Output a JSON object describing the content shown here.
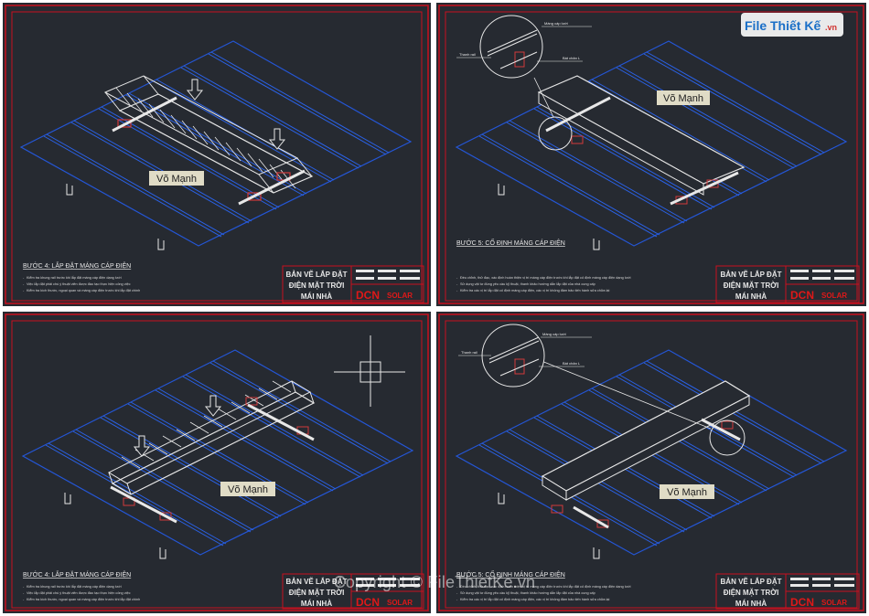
{
  "watermark": {
    "brand": "File Thiết Kế",
    "suffix": ".vn",
    "copyright": "Copyright © FileThietKe.vn"
  },
  "colors": {
    "background": "#262a31",
    "frame": "#c8101e",
    "sheet": "#2456d6",
    "line": "#e8e8e8",
    "clamp": "#d23a3a",
    "label_bg": "#e0dcc6"
  },
  "panels": [
    {
      "label": "Võ Mạnh",
      "step_title": "BƯỚC 4: LẮP ĐẶT MÁNG CÁP ĐIỆN",
      "notes": [
        "Kiểm tra khung rail trước khi lắp đặt máng cáp điện dạng lưới",
        "Việc lắp đặt phải chú ý thuật viên được đào tạo thực hiện công việc",
        "Kiểm tra kích thước, ngoại quan và máng cáp điện trước khi lắp đặt chính"
      ],
      "title_block": {
        "line1": "BẢN VẼ LẮP ĐẶT",
        "line2": "ĐIỆN MẶT TRỜI",
        "line3": "MÁI NHÀ",
        "brand": "DCN",
        "brand_suffix": "SOLAR"
      },
      "callouts": []
    },
    {
      "label": "Võ Mạnh",
      "step_title": "BƯỚC 5: CỐ ĐỊNH MÁNG CÁP ĐIỆN",
      "notes": [
        "Đều chỉnh, thử đạc, xác định hoàn thiện vị trí máng cáp điện trước khi lắp đặt cố định máng cáp điện dạng lưới",
        "Sử dụng vật tư đúng yêu cầu kỹ thuật, thanh khảo hướng dẫn lắp đặt của nhà cung cấp",
        "Kiểm tra các vị trí lắp đặt cố định máng cáp điện, các vị trí không đảm bảo tiến hành sửa chữa lại"
      ],
      "title_block": {
        "line1": "BẢN VẼ LẮP ĐẶT",
        "line2": "ĐIỆN MẶT TRỜI",
        "line3": "MÁI NHÀ",
        "brand": "DCN",
        "brand_suffix": "SOLAR"
      },
      "callouts": [
        "Máng cáp lưới",
        "Thanh rail",
        "Bát chân L"
      ]
    },
    {
      "label": "Võ Mạnh",
      "step_title": "BƯỚC 4: LẮP ĐẶT MÁNG CÁP ĐIỆN",
      "notes": [
        "Kiểm tra khung rail trước khi lắp đặt máng cáp điện dạng lưới",
        "Việc lắp đặt phải chú ý thuật viên được đào tạo thực hiện công việc",
        "Kiểm tra kích thước, ngoại quan và máng cáp điện trước khi lắp đặt chính"
      ],
      "title_block": {
        "line1": "BẢN VẼ LẮP ĐẶT",
        "line2": "ĐIỆN MẶT TRỜI",
        "line3": "MÁI NHÀ",
        "brand": "DCN",
        "brand_suffix": "SOLAR"
      },
      "callouts": []
    },
    {
      "label": "Võ Mạnh",
      "step_title": "BƯỚC 5: CỐ ĐỊNH MÁNG CÁP ĐIỆN",
      "notes": [
        "Đều chỉnh, thử đạc, xác định hoàn thiện vị trí máng cáp điện trước khi lắp đặt cố định máng cáp điện dạng lưới",
        "Sử dụng vật tư đúng yêu cầu kỹ thuật, thanh khảo hướng dẫn lắp đặt của nhà cung cấp",
        "Kiểm tra các vị trí lắp đặt cố định máng cáp điện, các vị trí không đảm bảo tiến hành sửa chữa lại"
      ],
      "title_block": {
        "line1": "BẢN VẼ LẮP ĐẶT",
        "line2": "ĐIỆN MẶT TRỜI",
        "line3": "MÁI NHÀ",
        "brand": "DCN",
        "brand_suffix": "SOLAR"
      },
      "callouts": [
        "Máng cáp lưới",
        "Thanh rail",
        "Bát chân L"
      ]
    }
  ]
}
